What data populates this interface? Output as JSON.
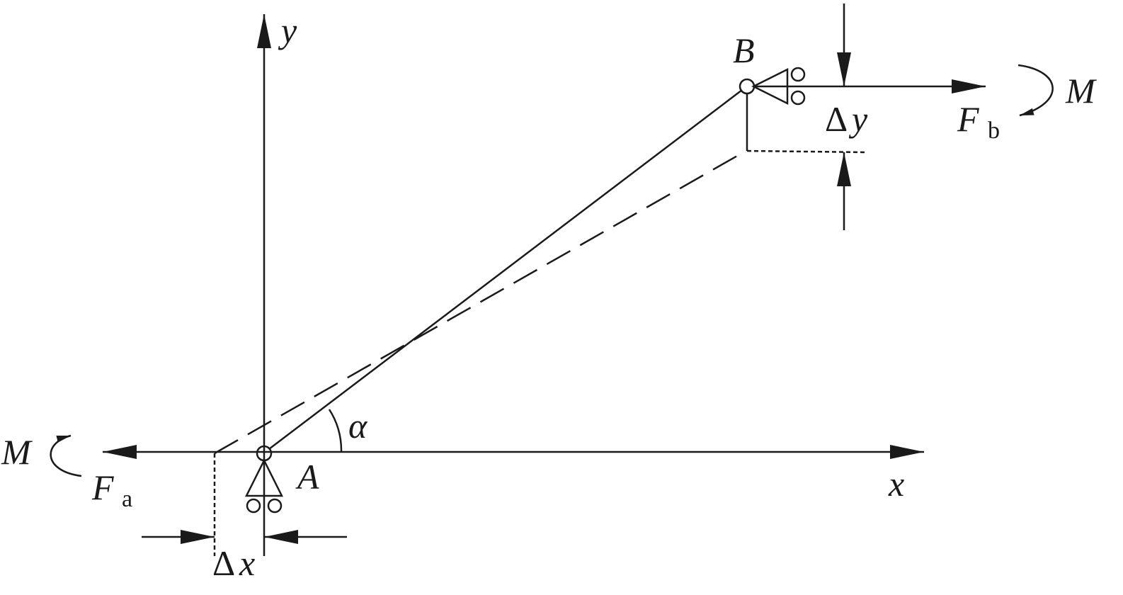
{
  "labels": {
    "y_axis": "y",
    "x_axis": "x",
    "point_a": "A",
    "point_b": "B",
    "moment_right": "M",
    "moment_left": "M",
    "force_b": "F",
    "force_b_sub": "b",
    "force_a": "F",
    "force_a_sub": "a",
    "delta_y_sym": "Δ",
    "delta_y_var": "y",
    "delta_x_sym": "Δ",
    "delta_x_var": "x",
    "angle": "α"
  },
  "colors": {
    "ink": "#1a1a1a",
    "background": "#ffffff"
  }
}
